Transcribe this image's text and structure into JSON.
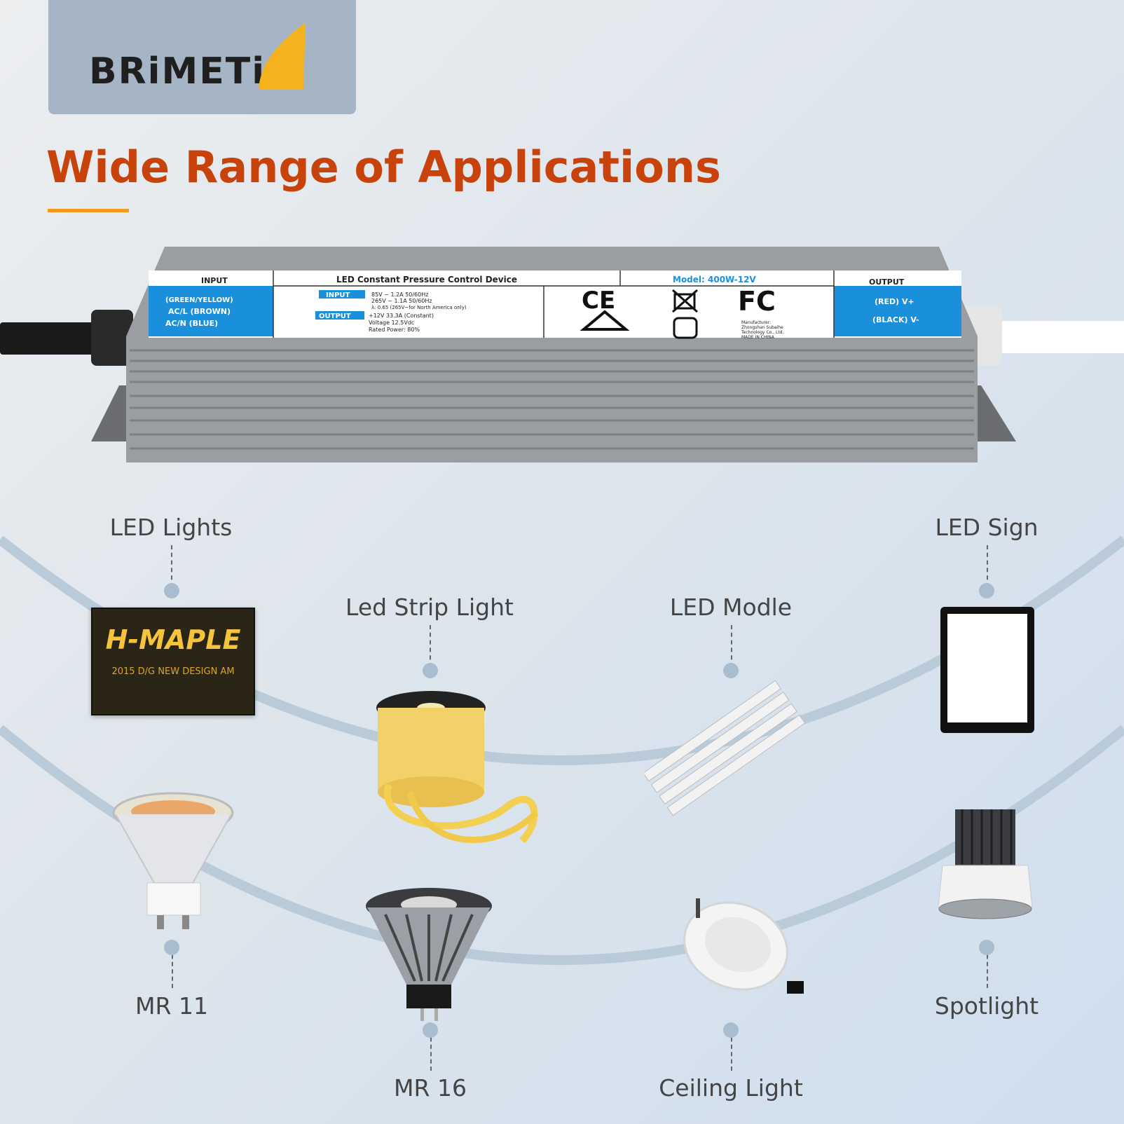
{
  "brand": {
    "logo_text": "BRiMETi"
  },
  "heading": {
    "title": "Wide Range of Applications"
  },
  "device": {
    "input_header": "INPUT",
    "input_wires": [
      "(GREEN/YELLOW)",
      "AC/L (BROWN)",
      "AC/N (BLUE)"
    ],
    "device_name": "LED Constant Pressure Control Device",
    "model": "Model: 400W-12V",
    "input_tag": "INPUT",
    "input_specs": [
      "85V ~ 1.2A 50/60Hz",
      "265V ~ 1.1A 50/60Hz",
      "λ: 0.65 (265V~for North America only)"
    ],
    "output_tag": "OUTPUT",
    "output_specs": [
      "+12V 33.3A (Constant)",
      "Voltage 12.5Vdc",
      "Rated Power: 80%"
    ],
    "manufacturer": [
      "Manufacturer:",
      "Zhongshan Subaihe",
      "Technology Co., Ltd.",
      "MADE IN CHINA"
    ],
    "output_header": "OUTPUT",
    "output_wires": [
      "(RED) V+",
      "(BLACK) V-"
    ],
    "marks": [
      "CE",
      "FC"
    ]
  },
  "applications": {
    "led_lights": "LED Lights",
    "led_strip": "Led Strip Light",
    "led_module": "LED Modle",
    "led_sign": "LED Sign",
    "mr11": "MR 11",
    "mr16": "MR 16",
    "ceiling": "Ceiling Light",
    "spotlight": "Spotlight"
  },
  "sign_image": {
    "title": "H-MAPLE",
    "subtitle": "2015 D/G   NEW DESIGN   AM"
  },
  "colors": {
    "title": "#c8430c",
    "accent": "#f39a1c",
    "label_blue": "#1a90dc",
    "curve": "#b8c9d8"
  }
}
